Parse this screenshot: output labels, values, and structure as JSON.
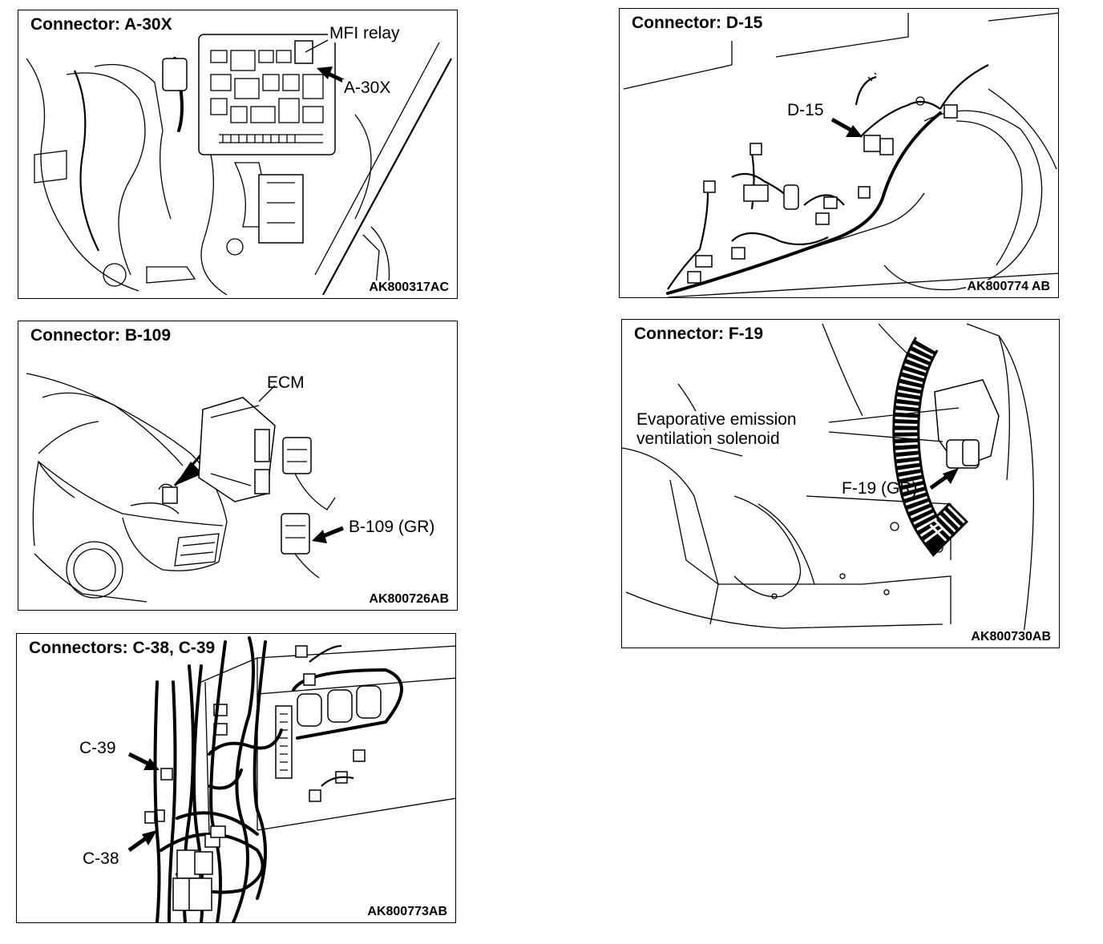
{
  "panels": {
    "a30x": {
      "title": "Connector: A-30X",
      "code": "AK800317AC",
      "labels": {
        "mfi_relay": "MFI relay",
        "connector": "A-30X"
      }
    },
    "d15": {
      "title": "Connector: D-15",
      "code": "AK800774 AB",
      "labels": {
        "connector": "D-15"
      }
    },
    "b109": {
      "title": "Connector: B-109",
      "code": "AK800726AB",
      "labels": {
        "ecm": "ECM",
        "connector": "B-109 (GR)"
      }
    },
    "f19": {
      "title": "Connector: F-19",
      "code": "AK800730AB",
      "labels": {
        "component_line1": "Evaporative emission",
        "component_line2": "ventilation solenoid",
        "connector": "F-19 (GR)"
      }
    },
    "c38c39": {
      "title": "Connectors: C-38, C-39",
      "code": "AK800773AB",
      "labels": {
        "c39": "C-39",
        "c38": "C-38"
      }
    }
  }
}
